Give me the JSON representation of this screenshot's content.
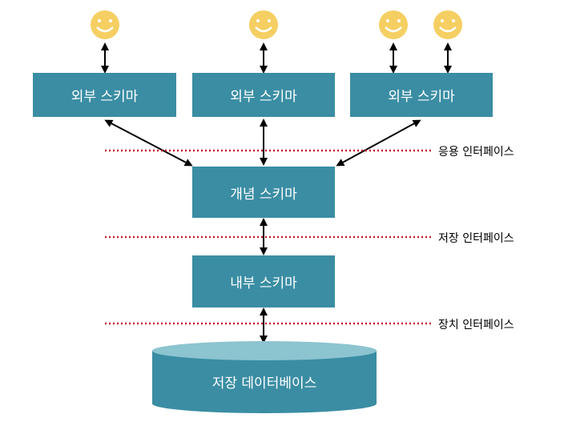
{
  "external_schemas": [
    "외부 스키마",
    "외부 스키마",
    "외부 스키마"
  ],
  "conceptual_schema": "개념 스키마",
  "internal_schema": "내부 스키마",
  "database": "저장 데이터베이스",
  "interfaces": [
    "응용 인터페이스",
    "저장 인터페이스",
    "장치 인터페이스"
  ],
  "user_icon": "smiley-face-icon",
  "colors": {
    "box": "#3a8da3",
    "db_top": "#8cc4d0",
    "smiley": "#f5cf62",
    "dotted_line": "#c0202a"
  }
}
